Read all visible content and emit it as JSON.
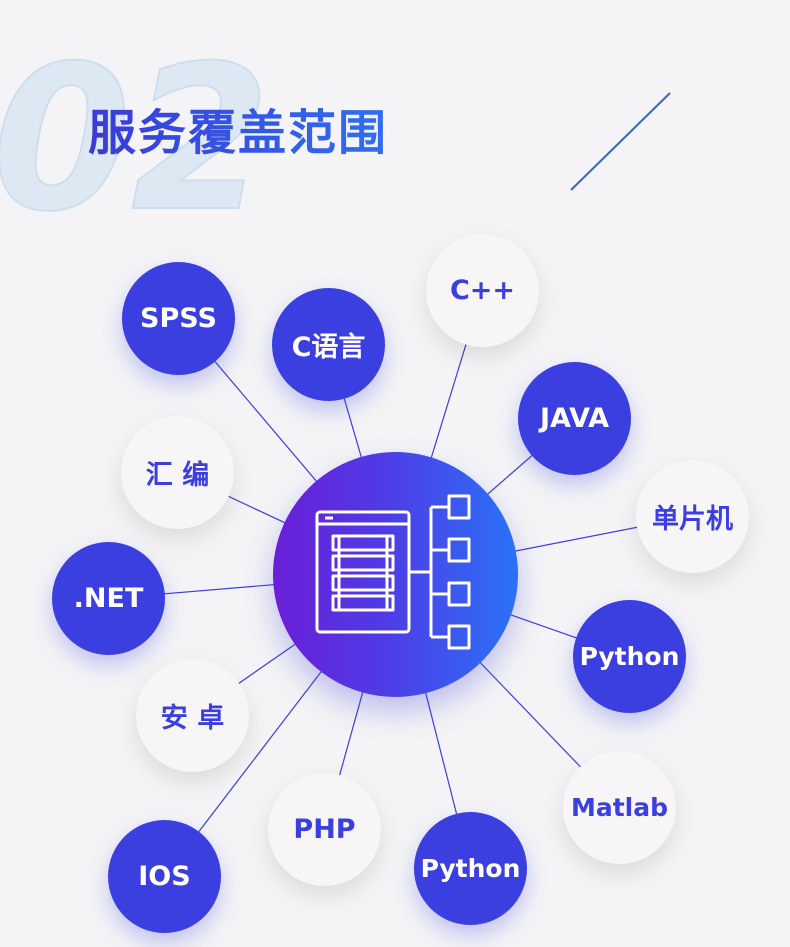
{
  "header": {
    "watermark_number": "02",
    "title": "服务覆盖范围"
  },
  "diagram": {
    "hub_icon": "database-sitemap-icon",
    "nodes": [
      {
        "id": "spss",
        "label": "SPSS",
        "style": "blue"
      },
      {
        "id": "c-lang",
        "label": "C语言",
        "style": "blue"
      },
      {
        "id": "cpp",
        "label": "C++",
        "style": "white"
      },
      {
        "id": "java",
        "label": "JAVA",
        "style": "blue"
      },
      {
        "id": "mcu",
        "label": "单片机",
        "style": "white"
      },
      {
        "id": "python-1",
        "label": "Python",
        "style": "blue"
      },
      {
        "id": "matlab",
        "label": "Matlab",
        "style": "white"
      },
      {
        "id": "python-2",
        "label": "Python",
        "style": "blue"
      },
      {
        "id": "php",
        "label": "PHP",
        "style": "white"
      },
      {
        "id": "ios",
        "label": "IOS",
        "style": "blue"
      },
      {
        "id": "android",
        "label": "安 卓",
        "style": "white"
      },
      {
        "id": "dotnet",
        "label": ".NET",
        "style": "blue"
      },
      {
        "id": "assembly",
        "label": "汇 编",
        "style": "white"
      }
    ],
    "colors": {
      "node_blue": "#3b3fe0",
      "node_white": "#f7f5f5",
      "connector": "#3b3fe0",
      "hub_gradient_start": "#6a1fd6",
      "hub_gradient_end": "#2a72f6"
    }
  }
}
